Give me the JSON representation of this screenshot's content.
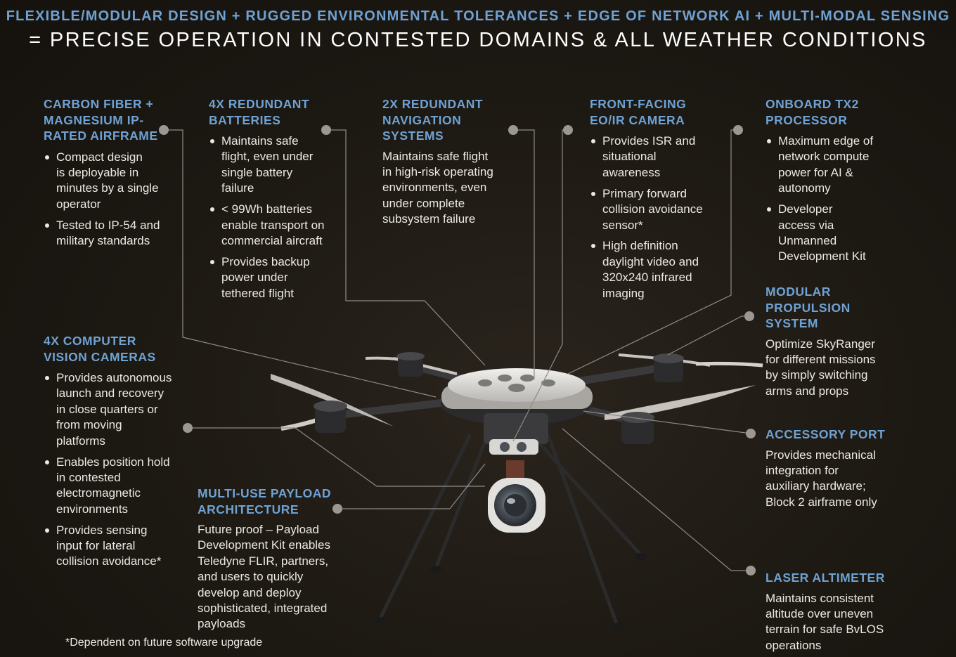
{
  "header": {
    "line1": "FLEXIBLE/MODULAR DESIGN + RUGGED ENVIRONMENTAL TOLERANCES + EDGE OF NETWORK AI + MULTI-MODAL SENSING",
    "line2": "= PRECISE OPERATION IN CONTESTED DOMAINS & ALL WEATHER CONDITIONS"
  },
  "features": {
    "airframe": {
      "title": "CARBON FIBER +\nMAGNESIUM  IP-\nRATED AIRFRAME",
      "bullets": [
        "Compact design\nis deployable in\nminutes by a single\noperator",
        "Tested to IP-54 and\nmilitary standards"
      ]
    },
    "batteries": {
      "title": "4X REDUNDANT\nBATTERIES",
      "bullets": [
        "Maintains safe\nflight, even under\nsingle battery\nfailure",
        "< 99Wh batteries\nenable transport on\ncommercial aircraft",
        "Provides backup\npower under\ntethered flight"
      ]
    },
    "navigation": {
      "title": "2X REDUNDANT\nNAVIGATION\nSYSTEMS",
      "text": "Maintains safe flight\nin high-risk operating\nenvironments, even\nunder complete\nsubsystem failure"
    },
    "camera": {
      "title": "FRONT-FACING\nEO/IR CAMERA",
      "bullets": [
        "Provides ISR and\nsituational\nawareness",
        "Primary forward\ncollision avoidance\nsensor*",
        "High definition\ndaylight video and\n320x240 infrared\nimaging"
      ]
    },
    "processor": {
      "title": "ONBOARD TX2\nPROCESSOR",
      "bullets": [
        "Maximum edge of\nnetwork compute\npower for AI &\nautonomy",
        "Developer\naccess via\nUnmanned\nDevelopment Kit"
      ]
    },
    "vision": {
      "title": "4X COMPUTER\nVISION CAMERAS",
      "bullets": [
        "Provides autonomous\nlaunch and recovery\nin close quarters or\nfrom moving\nplatforms",
        "Enables position hold\nin contested\nelectromagnetic\nenvironments",
        "Provides sensing\ninput for lateral\ncollision avoidance*"
      ]
    },
    "propulsion": {
      "title": "MODULAR\nPROPULSION\nSYSTEM",
      "text": "Optimize SkyRanger\nfor different missions\nby simply switching\narms and props"
    },
    "accessory": {
      "title": "ACCESSORY PORT",
      "text": "Provides mechanical\nintegration for\nauxiliary hardware;\nBlock 2 airframe only"
    },
    "payload": {
      "title": "MULTI-USE PAYLOAD\nARCHITECTURE",
      "text": "Future proof – Payload\nDevelopment Kit enables\nTeledyne FLIR, partners,\nand users to quickly\ndevelop and deploy\nsophisticated, integrated\npayloads"
    },
    "altimeter": {
      "title": "LASER ALTIMETER",
      "text": "Maintains consistent\naltitude over uneven\nterrain for safe BvLOS\noperations"
    }
  },
  "footnote": "*Dependent on future software upgrade",
  "colors": {
    "accent": "#6fa2d4",
    "background": "#1c1812",
    "text": "#ece9e3",
    "leader": "#8f8b84"
  }
}
